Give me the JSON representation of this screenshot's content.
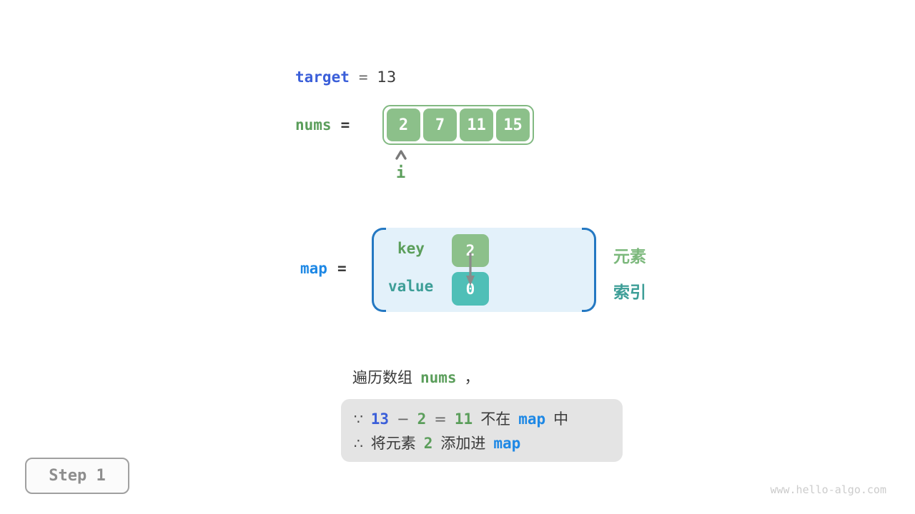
{
  "target": {
    "name": "target",
    "equals": "=",
    "value": "13"
  },
  "nums": {
    "name": "nums",
    "equals": "=",
    "cells": [
      "2",
      "7",
      "11",
      "15"
    ],
    "pointer_label": "i"
  },
  "map": {
    "name": "map",
    "equals": "=",
    "key_label": "key",
    "value_label": "value",
    "key_value": "2",
    "value_value": "0",
    "legend_element": "元素",
    "legend_index": "索引"
  },
  "caption": {
    "prefix": "遍历数组",
    "code": "nums",
    "suffix": "，"
  },
  "note": {
    "line1": {
      "because": "∵",
      "n1": "13",
      "minus": "−",
      "n2": "2",
      "eq": "=",
      "n3": "11",
      "t1": "不在",
      "code": "map",
      "t2": "中"
    },
    "line2": {
      "therefore": "∴",
      "t1": "将元素",
      "n1": "2",
      "t2": "添加进",
      "code": "map"
    }
  },
  "step": {
    "label": "Step 1"
  },
  "watermark": "www.hello-algo.com",
  "colors": {
    "target_blue": "#3b5fd9",
    "map_blue": "#1e88e5",
    "green_text": "#5b9e5b",
    "green_cell": "#8cc08a",
    "green_border": "#82b982",
    "teal_text": "#3d9e97",
    "teal_cell": "#4fbfb7",
    "map_fill": "#e3f1fa",
    "map_bracket": "#2478c2",
    "note_bg": "#e4e4e4",
    "text_dark": "#3a3a3a",
    "gray": "#666666",
    "watermark_gray": "#cccccc"
  }
}
